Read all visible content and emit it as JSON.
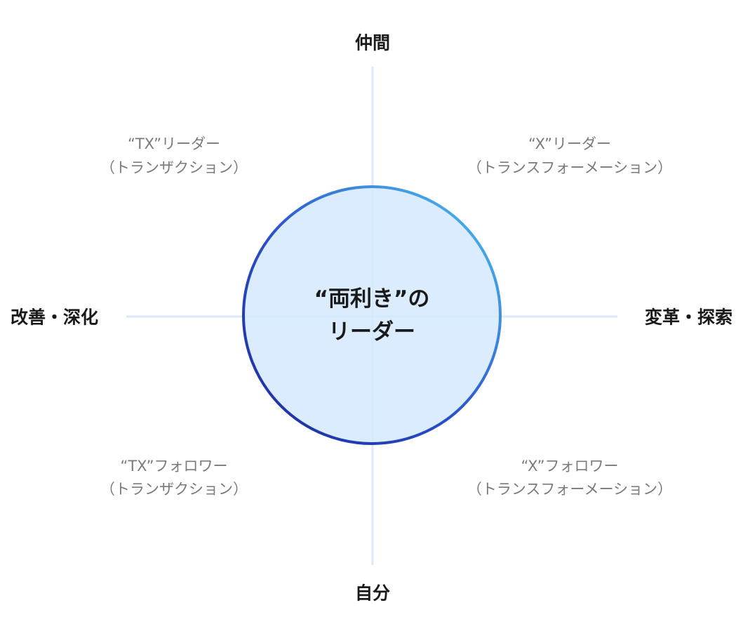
{
  "axes": {
    "top": "仲間",
    "bottom": "自分",
    "left": "改善・深化",
    "right": "変革・探索"
  },
  "quadrants": {
    "top_left": {
      "line1": "“TX”リーダー",
      "line2": "（トランザクション）"
    },
    "top_right": {
      "line1": "“X”リーダー",
      "line2": "（トランスフォーメーション）"
    },
    "bottom_left": {
      "line1": "“TX”フォロワー",
      "line2": "（トランザクション）"
    },
    "bottom_right": {
      "line1": "“X”フォロワー",
      "line2": "（トランスフォーメーション）"
    }
  },
  "center": {
    "line1": "“両利き”の",
    "line2": "リーダー"
  },
  "colors": {
    "axis_line": "#dce9f9",
    "circle_fill": "#d4e9fd",
    "circle_stroke_dark": "#1a2a9a",
    "circle_stroke_light": "#4ec6f3",
    "axis_text": "#1a1a1a",
    "quadrant_text": "#7a7a7a"
  }
}
